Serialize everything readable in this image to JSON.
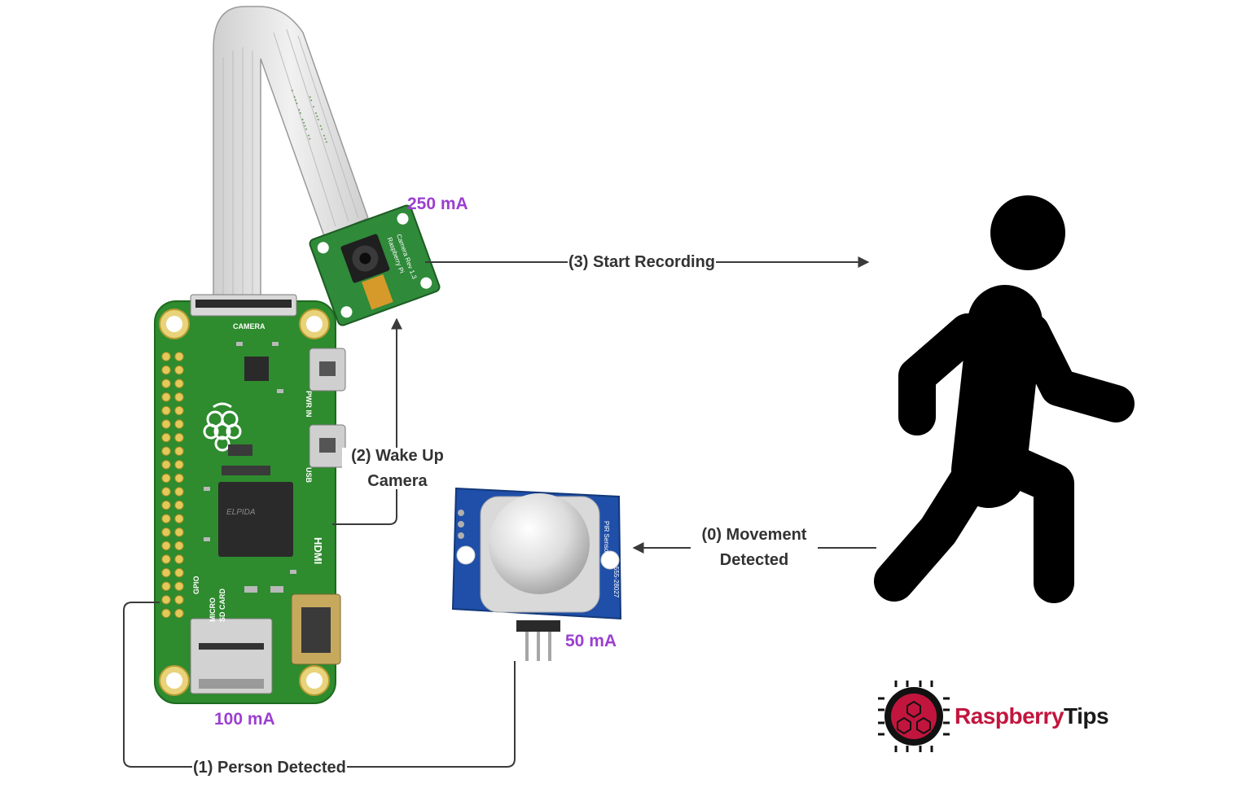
{
  "labels": {
    "camera_current": "250 mA",
    "pi_current": "100 mA",
    "sensor_current": "50 mA",
    "step0_line1": "(0) Movement",
    "step0_line2": "Detected",
    "step1": "(1) Person Detected",
    "step2_line1": "(2) Wake Up",
    "step2_line2": "Camera",
    "step3": "(3) Start Recording"
  },
  "logo": {
    "word1": "Raspberry",
    "word2": "Tips"
  },
  "colors": {
    "current_label": "#9b3fd0",
    "flow_label": "#333333",
    "connector": "#3a3a3a",
    "pcb_green": "#2e8b2e",
    "sensor_blue": "#1f4fa8",
    "person": "#000000",
    "logo_red": "#c2153e"
  },
  "icons": [
    "raspberry-pi-zero-board",
    "camera-module",
    "ribbon-cable",
    "pir-motion-sensor",
    "walking-person-icon",
    "raspberry-tips-logo-icon"
  ]
}
